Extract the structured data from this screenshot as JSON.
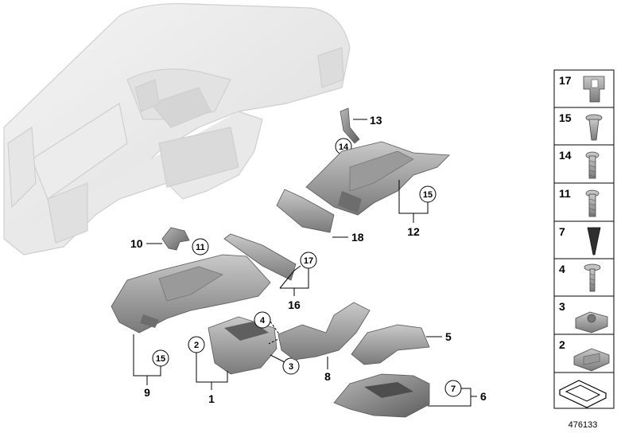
{
  "diagram": {
    "part_labels": {
      "p1": "1",
      "p2": "2",
      "p3": "3",
      "p4": "4",
      "p5": "5",
      "p6": "6",
      "p7": "7",
      "p8": "8",
      "p9": "9",
      "p10": "10",
      "p11": "11",
      "p12": "12",
      "p13": "13",
      "p14": "14",
      "p15": "15",
      "p15b": "15",
      "p16": "16",
      "p17": "17",
      "p18": "18"
    },
    "legend": [
      "17",
      "15",
      "14",
      "11",
      "7",
      "4",
      "3",
      "2"
    ],
    "reference_number": "476133"
  }
}
